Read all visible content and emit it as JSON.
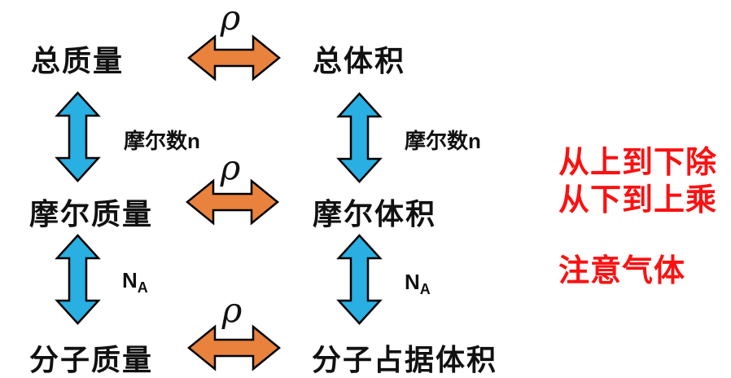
{
  "colors": {
    "arrow_orange": "#E8823C",
    "arrow_blue": "#29AFE2",
    "arrow_outline": "#000000",
    "text_black": "#111111",
    "note_red": "#FB1111",
    "background": "#FFFFFF"
  },
  "nodes": {
    "total_mass": "总质量",
    "total_volume": "总体积",
    "molar_mass": "摩尔质量",
    "molar_volume": "摩尔体积",
    "molecular_mass": "分子质量",
    "molecular_volume": "分子占据体积"
  },
  "edge_labels": {
    "density": "ρ",
    "mole_number": "摩尔数n",
    "avogadro_base": "N",
    "avogadro_sub": "A"
  },
  "notes": {
    "rule_line1": "从上到下除",
    "rule_line2": "从下到上乘",
    "gas_note": "注意气体"
  }
}
